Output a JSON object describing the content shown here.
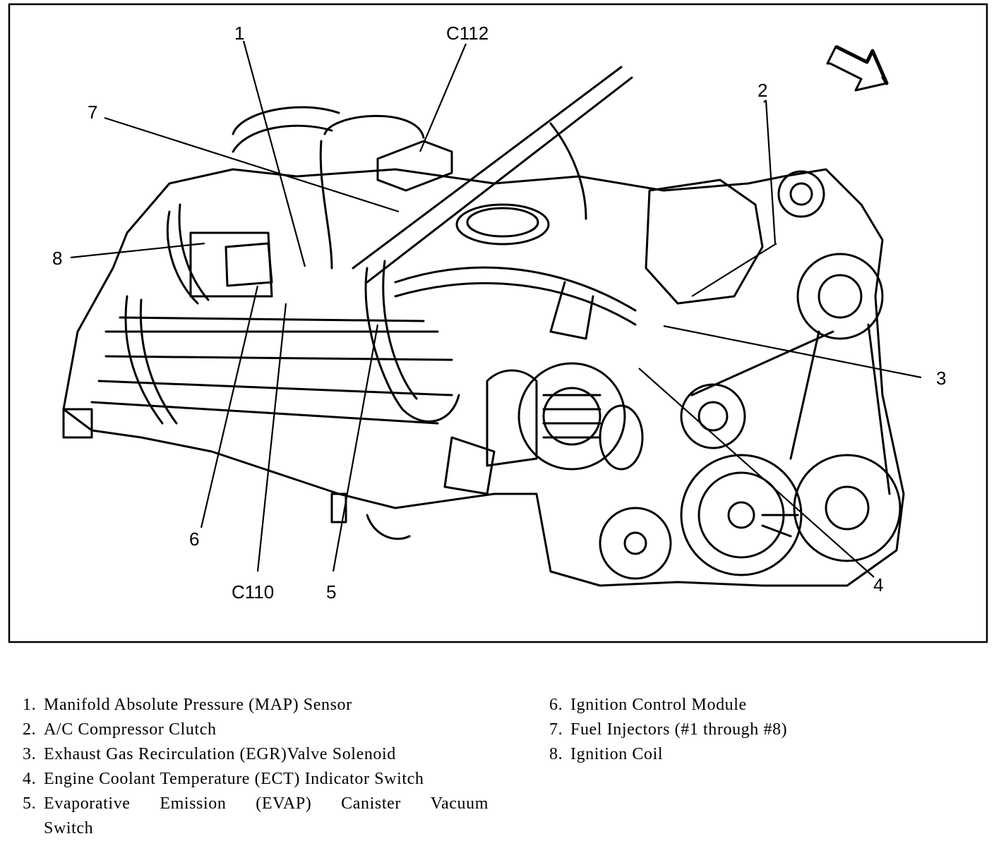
{
  "diagram": {
    "callouts": {
      "c1": "1",
      "c2": "2",
      "c3": "3",
      "c4": "4",
      "c5": "5",
      "c6": "6",
      "c7": "7",
      "c8": "8",
      "c110": "C110",
      "c112": "C112"
    }
  },
  "legend": {
    "left": [
      {
        "num": "1.",
        "label": "Manifold Absolute Pressure (MAP) Sensor"
      },
      {
        "num": "2.",
        "label": "A/C Compressor Clutch"
      },
      {
        "num": "3.",
        "label": "Exhaust Gas Recirculation (EGR)Valve Solenoid"
      },
      {
        "num": "4.",
        "label": "Engine Coolant Temperature (ECT) Indicator Switch"
      },
      {
        "num": "5.",
        "label_line1_words": [
          "Evaporative",
          "Emission",
          "(EVAP)",
          "Canister",
          "Vacuum"
        ],
        "label_line2": "Switch"
      }
    ],
    "right": [
      {
        "num": "6.",
        "label": "Ignition Control Module"
      },
      {
        "num": "7.",
        "label": "Fuel Injectors (#1 through #8)"
      },
      {
        "num": "8.",
        "label": "Ignition Coil"
      }
    ]
  }
}
